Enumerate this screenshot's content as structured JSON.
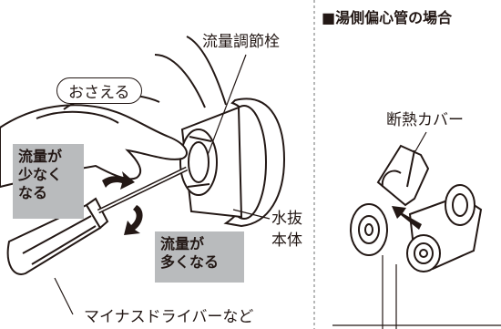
{
  "left_panel": {
    "callout_press": "おさえる",
    "label_flow_valve": "流量調節栓",
    "box_less": [
      "流量が",
      "少なく",
      "なる"
    ],
    "box_more": [
      "流量が",
      "多くなる"
    ],
    "label_drain": [
      "水抜",
      "本体"
    ],
    "label_tool": "マイナスドライバーなど"
  },
  "right_panel": {
    "title": "■湯側偏心管の場合",
    "label_cover": "断熱カバー"
  },
  "colors": {
    "line": "#231815",
    "box_gray": "#b9bbbd",
    "divider": "#9fa0a0"
  }
}
